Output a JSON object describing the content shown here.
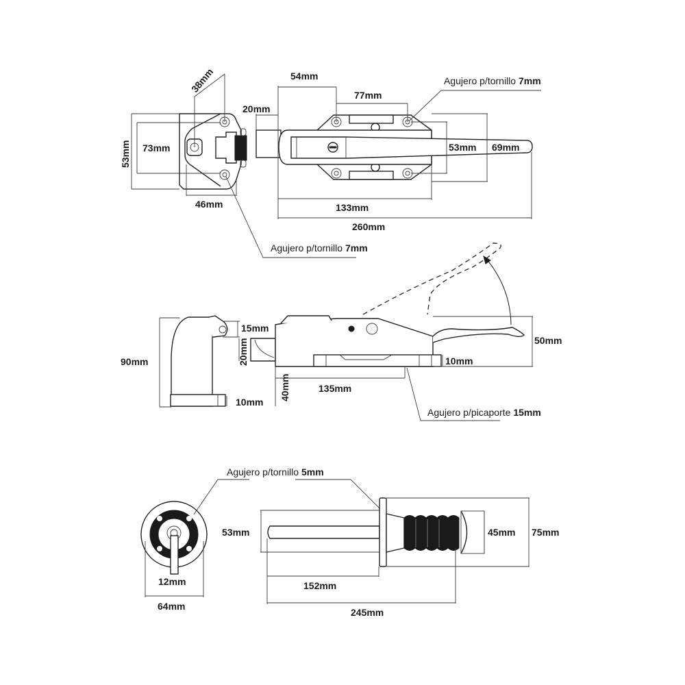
{
  "colors": {
    "line": "#2a2a2a",
    "fill_dark": "#1a1a1a",
    "background": "#ffffff"
  },
  "top_view": {
    "strike": {
      "dim_38": "38mm",
      "dim_53": "53mm",
      "dim_73": "73mm",
      "dim_46": "46mm",
      "callout_prefix": "Agujero p/tornillo ",
      "callout_value": "7mm"
    },
    "latch": {
      "dim_20": "20mm",
      "dim_54": "54mm",
      "dim_77": "77mm",
      "dim_53": "53mm",
      "dim_69": "69mm",
      "dim_133": "133mm",
      "dim_260": "260mm",
      "callout_prefix": "Agujero p/tornillo ",
      "callout_value": "7mm"
    }
  },
  "side_view": {
    "dim_90": "90mm",
    "dim_15": "15mm",
    "dim_20": "20mm",
    "dim_10_base": "10mm",
    "dim_40": "40mm",
    "dim_135": "135mm",
    "dim_10_plate": "10mm",
    "dim_50": "50mm",
    "callout_prefix": "Agujero p/picaporte ",
    "callout_value": "15mm"
  },
  "release_view": {
    "callout_prefix": "Agujero p/tornillo ",
    "callout_value": "5mm",
    "dim_12": "12mm",
    "dim_64": "64mm",
    "dim_53": "53mm",
    "dim_45": "45mm",
    "dim_75": "75mm",
    "dim_152": "152mm",
    "dim_245": "245mm"
  }
}
